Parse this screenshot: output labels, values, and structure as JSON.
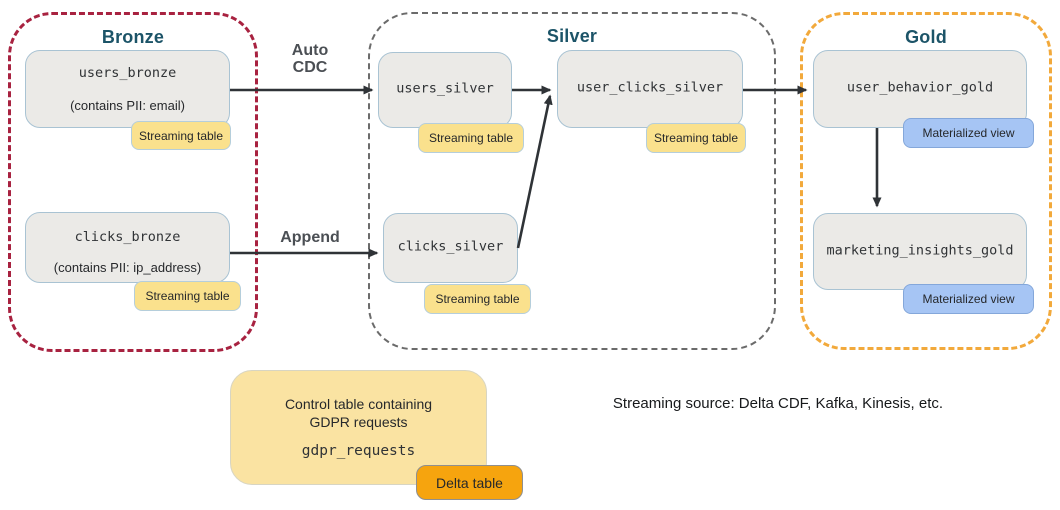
{
  "zones": {
    "bronze": {
      "title": "Bronze"
    },
    "silver": {
      "title": "Silver"
    },
    "gold": {
      "title": "Gold"
    }
  },
  "nodes": {
    "users_bronze": {
      "name": "users_bronze",
      "pii": "(contains PII: email)",
      "badge": "Streaming table"
    },
    "clicks_bronze": {
      "name": "clicks_bronze",
      "pii": "(contains PII: ip_address)",
      "badge": "Streaming table"
    },
    "users_silver": {
      "name": "users_silver",
      "badge": "Streaming table"
    },
    "user_clicks_silver": {
      "name": "user_clicks_silver",
      "badge": "Streaming table"
    },
    "clicks_silver": {
      "name": "clicks_silver",
      "badge": "Streaming table"
    },
    "user_behavior_gold": {
      "name": "user_behavior_gold",
      "badge": "Materialized view"
    },
    "marketing_insights_gold": {
      "name": "marketing_insights_gold",
      "badge": "Materialized view"
    }
  },
  "edges": {
    "auto_cdc": {
      "line1": "Auto",
      "line2": "CDC"
    },
    "append": {
      "label": "Append"
    }
  },
  "control_table": {
    "line1": "Control table containing",
    "line2": "GDPR requests",
    "name": "gdpr_requests",
    "badge": "Delta table"
  },
  "note": "Streaming source: Delta CDF, Kafka, Kinesis, etc.",
  "colors": {
    "bronze_border": "#A82240",
    "silver_border": "#6B6B6B",
    "gold_border": "#F2A93B",
    "zone_title": "#1C5468",
    "node_fill": "#EBEAE7",
    "node_border": "#A9C3D3",
    "streaming_badge": "#FAE18D",
    "materialized_badge": "#A6C5F4",
    "delta_badge": "#F6A40E",
    "control_fill": "#FAE3A2",
    "arrow": "#2F3337"
  }
}
